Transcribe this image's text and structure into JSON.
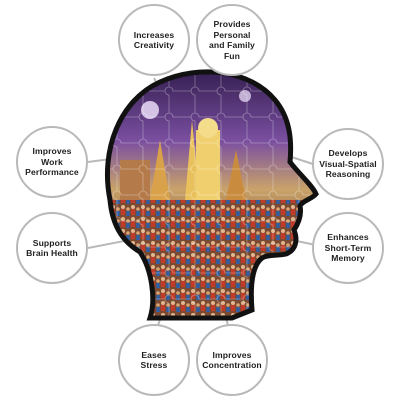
{
  "benefits": [
    {
      "id": "creativity",
      "label": "Increases\nCreativity"
    },
    {
      "id": "family-fun",
      "label": "Provides\nPersonal\nand Family\nFun"
    },
    {
      "id": "work",
      "label": "Improves\nWork\nPerformance"
    },
    {
      "id": "visual-spatial",
      "label": "Develops\nVisual-Spatial\nReasoning"
    },
    {
      "id": "brain-health",
      "label": "Supports\nBrain Health"
    },
    {
      "id": "memory",
      "label": "Enhances\nShort-Term\nMemory"
    },
    {
      "id": "stress",
      "label": "Eases\nStress"
    },
    {
      "id": "concentration",
      "label": "Improves\nConcentration"
    }
  ],
  "colors": {
    "bubble_border": "#b9b9b9",
    "connector": "#b9b9b9",
    "head_outline": "#111111",
    "sky_top": "#2b1846",
    "sky_mid": "#7a4fa0",
    "crowd": "#8a5a3c"
  }
}
